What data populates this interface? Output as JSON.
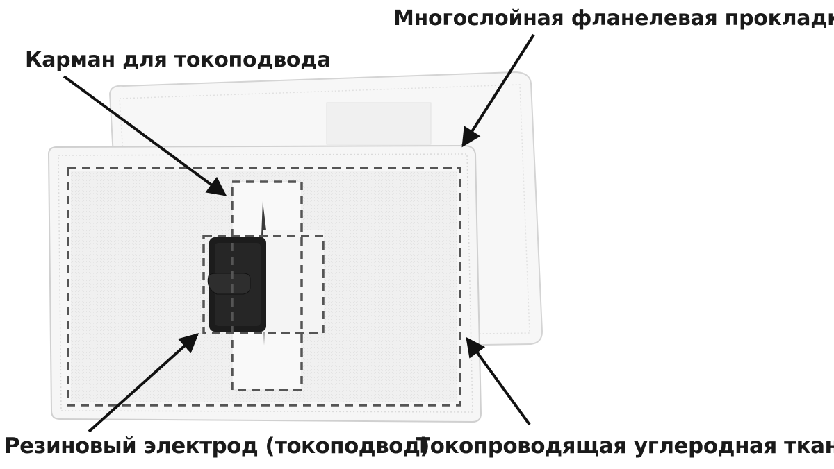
{
  "labels": {
    "pocket": "Карман для токоподвода",
    "flannel": "Многослойная фланелевая прокладка",
    "electrode": "Резиновый электрод (токоподвод)",
    "carbon": "Токопроводящая углеродная ткань"
  },
  "colors": {
    "fabric": "#f2f2f2",
    "fabric_edge": "#dcdcdc",
    "dash": "#555555",
    "electrode": "#1a1a1a",
    "arrow": "#111111",
    "text": "#1a1a1a"
  }
}
